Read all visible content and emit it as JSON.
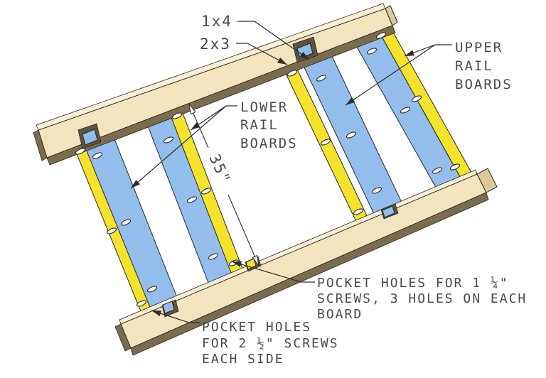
{
  "colors": {
    "background": "#ffffff",
    "wood_face": "#f2e4bd",
    "wood_face_light": "#f8efd6",
    "wood_end": "#dcc997",
    "wood_dark": "#7b6c4e",
    "notch_dark": "#5f5340",
    "board_yellow": "#f4e32a",
    "board_yellow_dark": "#b0a81e",
    "board_blue": "#92bdec",
    "board_blue_dark": "#5d8cc7",
    "outline": "#272727",
    "leader": "#2e2e2e",
    "label_text": "#4a4a4a"
  },
  "labels": {
    "size_1x4": "1x4",
    "size_2x3": "2x3",
    "upper_rail": [
      "UPPER",
      "RAIL",
      "BOARDS"
    ],
    "lower_rail": [
      "LOWER",
      "RAIL",
      "BOARDS"
    ],
    "dimension_35": "35\"",
    "pocket_small": [
      "POCKET HOLES FOR 1 ¼\"",
      "SCREWS, 3 HOLES ON EACH",
      "BOARD"
    ],
    "pocket_large": [
      "POCKET HOLES",
      "FOR 2 ½\" SCREWS",
      "EACH SIDE"
    ]
  }
}
